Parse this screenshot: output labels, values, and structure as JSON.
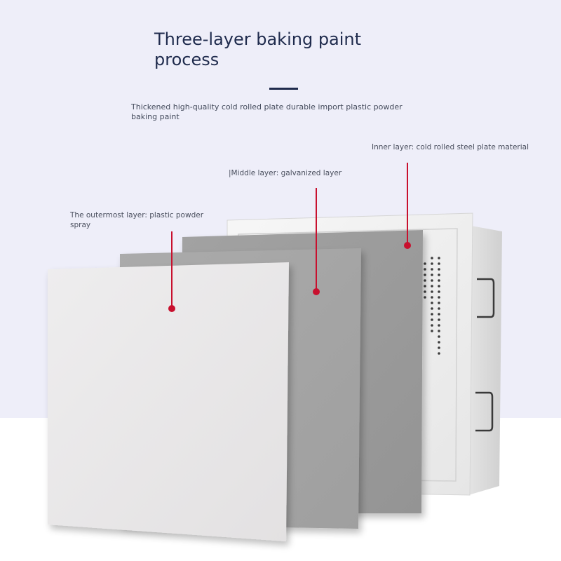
{
  "heading": {
    "title": "Three-layer baking paint process",
    "subtitle": "Thickened high-quality cold rolled plate durable import plastic powder baking paint"
  },
  "layers": {
    "inner": "Inner layer: cold rolled steel plate material",
    "middle": "|Middle layer: galvanized layer",
    "outer": "The outermost layer: plastic powder spray"
  },
  "colors": {
    "background_top": "#eeeef9",
    "title_text": "#1f2b4d",
    "marker_accent": "#c8102e",
    "outer_panel": "#e9e7e8",
    "middle_panel": "#a5a5a5",
    "inner_panel": "#9a9a9a"
  }
}
